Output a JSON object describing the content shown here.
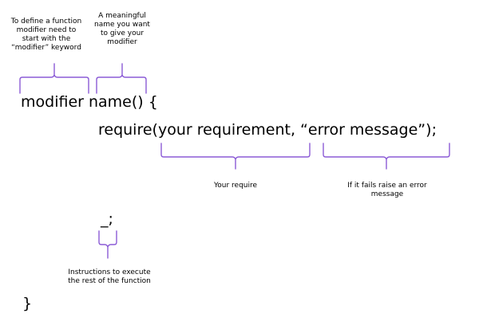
{
  "code": {
    "line1": "modifier name() {",
    "line2": "require(your requirement, “error message”);",
    "line3": "_;",
    "line4": "}"
  },
  "annotations": {
    "modifier_keyword": [
      "To define a function",
      "modifier need to",
      "start with the",
      "“modifier” keyword"
    ],
    "modifier_name": [
      "A meaningful",
      "name you want",
      "to give your",
      "modifier"
    ],
    "requirement": [
      "Your require"
    ],
    "error_message": [
      "If it fails raise an error",
      "message"
    ],
    "placeholder": [
      "Instructions to execute",
      "the rest of the function"
    ]
  },
  "colors": {
    "bracket": "#8b5bd6",
    "text": "#000000",
    "background": "#ffffff"
  }
}
